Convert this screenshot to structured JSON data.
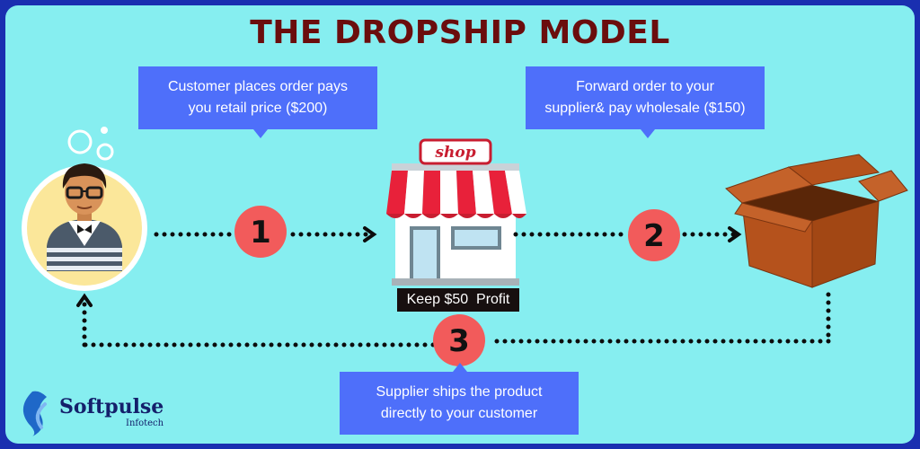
{
  "title": "THE DROPSHIP MODEL",
  "steps": [
    {
      "number": "1",
      "callout_lines": [
        "Customer places order pays",
        "you retail price ($200)"
      ]
    },
    {
      "number": "2",
      "callout_lines": [
        "Forward order to your",
        "supplier& pay wholesale ($150)"
      ]
    },
    {
      "number": "3",
      "callout_lines": [
        "Supplier ships the product",
        "directly to your customer"
      ]
    }
  ],
  "shop": {
    "sign_text": "shop",
    "profit_label": "Keep $50  Profit"
  },
  "logo": {
    "name": "Softpulse",
    "subtitle": "Infotech"
  },
  "colors": {
    "background": "#86eef0",
    "frame": "#1a2fb0",
    "title": "#6b0d0d",
    "callout": "#4e6ffa",
    "step_circle": "#f25b5b",
    "box": "#b5521c"
  }
}
